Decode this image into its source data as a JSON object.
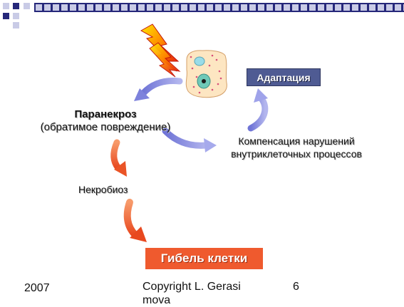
{
  "diagram": {
    "paranecrosis": {
      "title": "Паранекроз",
      "subtitle": "(обратимое повреждение)"
    },
    "adaptation": "Адаптация",
    "compensation": {
      "line1": "Компенсация  нарушений",
      "line2": "внутриклеточных процессов"
    },
    "necrobiosis": "Некробиоз",
    "cell_death": "Гибель клетки"
  },
  "footer": {
    "year": "2007",
    "copyright_line1": "Copyright L. Gerasi",
    "copyright_line2": "mova",
    "page_number": "6"
  },
  "colors": {
    "header_dark": "#26287a",
    "header_light": "#c9cbe6",
    "arrow_blue": "#8a8fe0",
    "arrow_red": "#ef5a2e",
    "adaptation_box": "#4f5b93",
    "death_box": "#ef5a2e"
  },
  "icons": [
    "lightning-icon",
    "cell-icon"
  ]
}
